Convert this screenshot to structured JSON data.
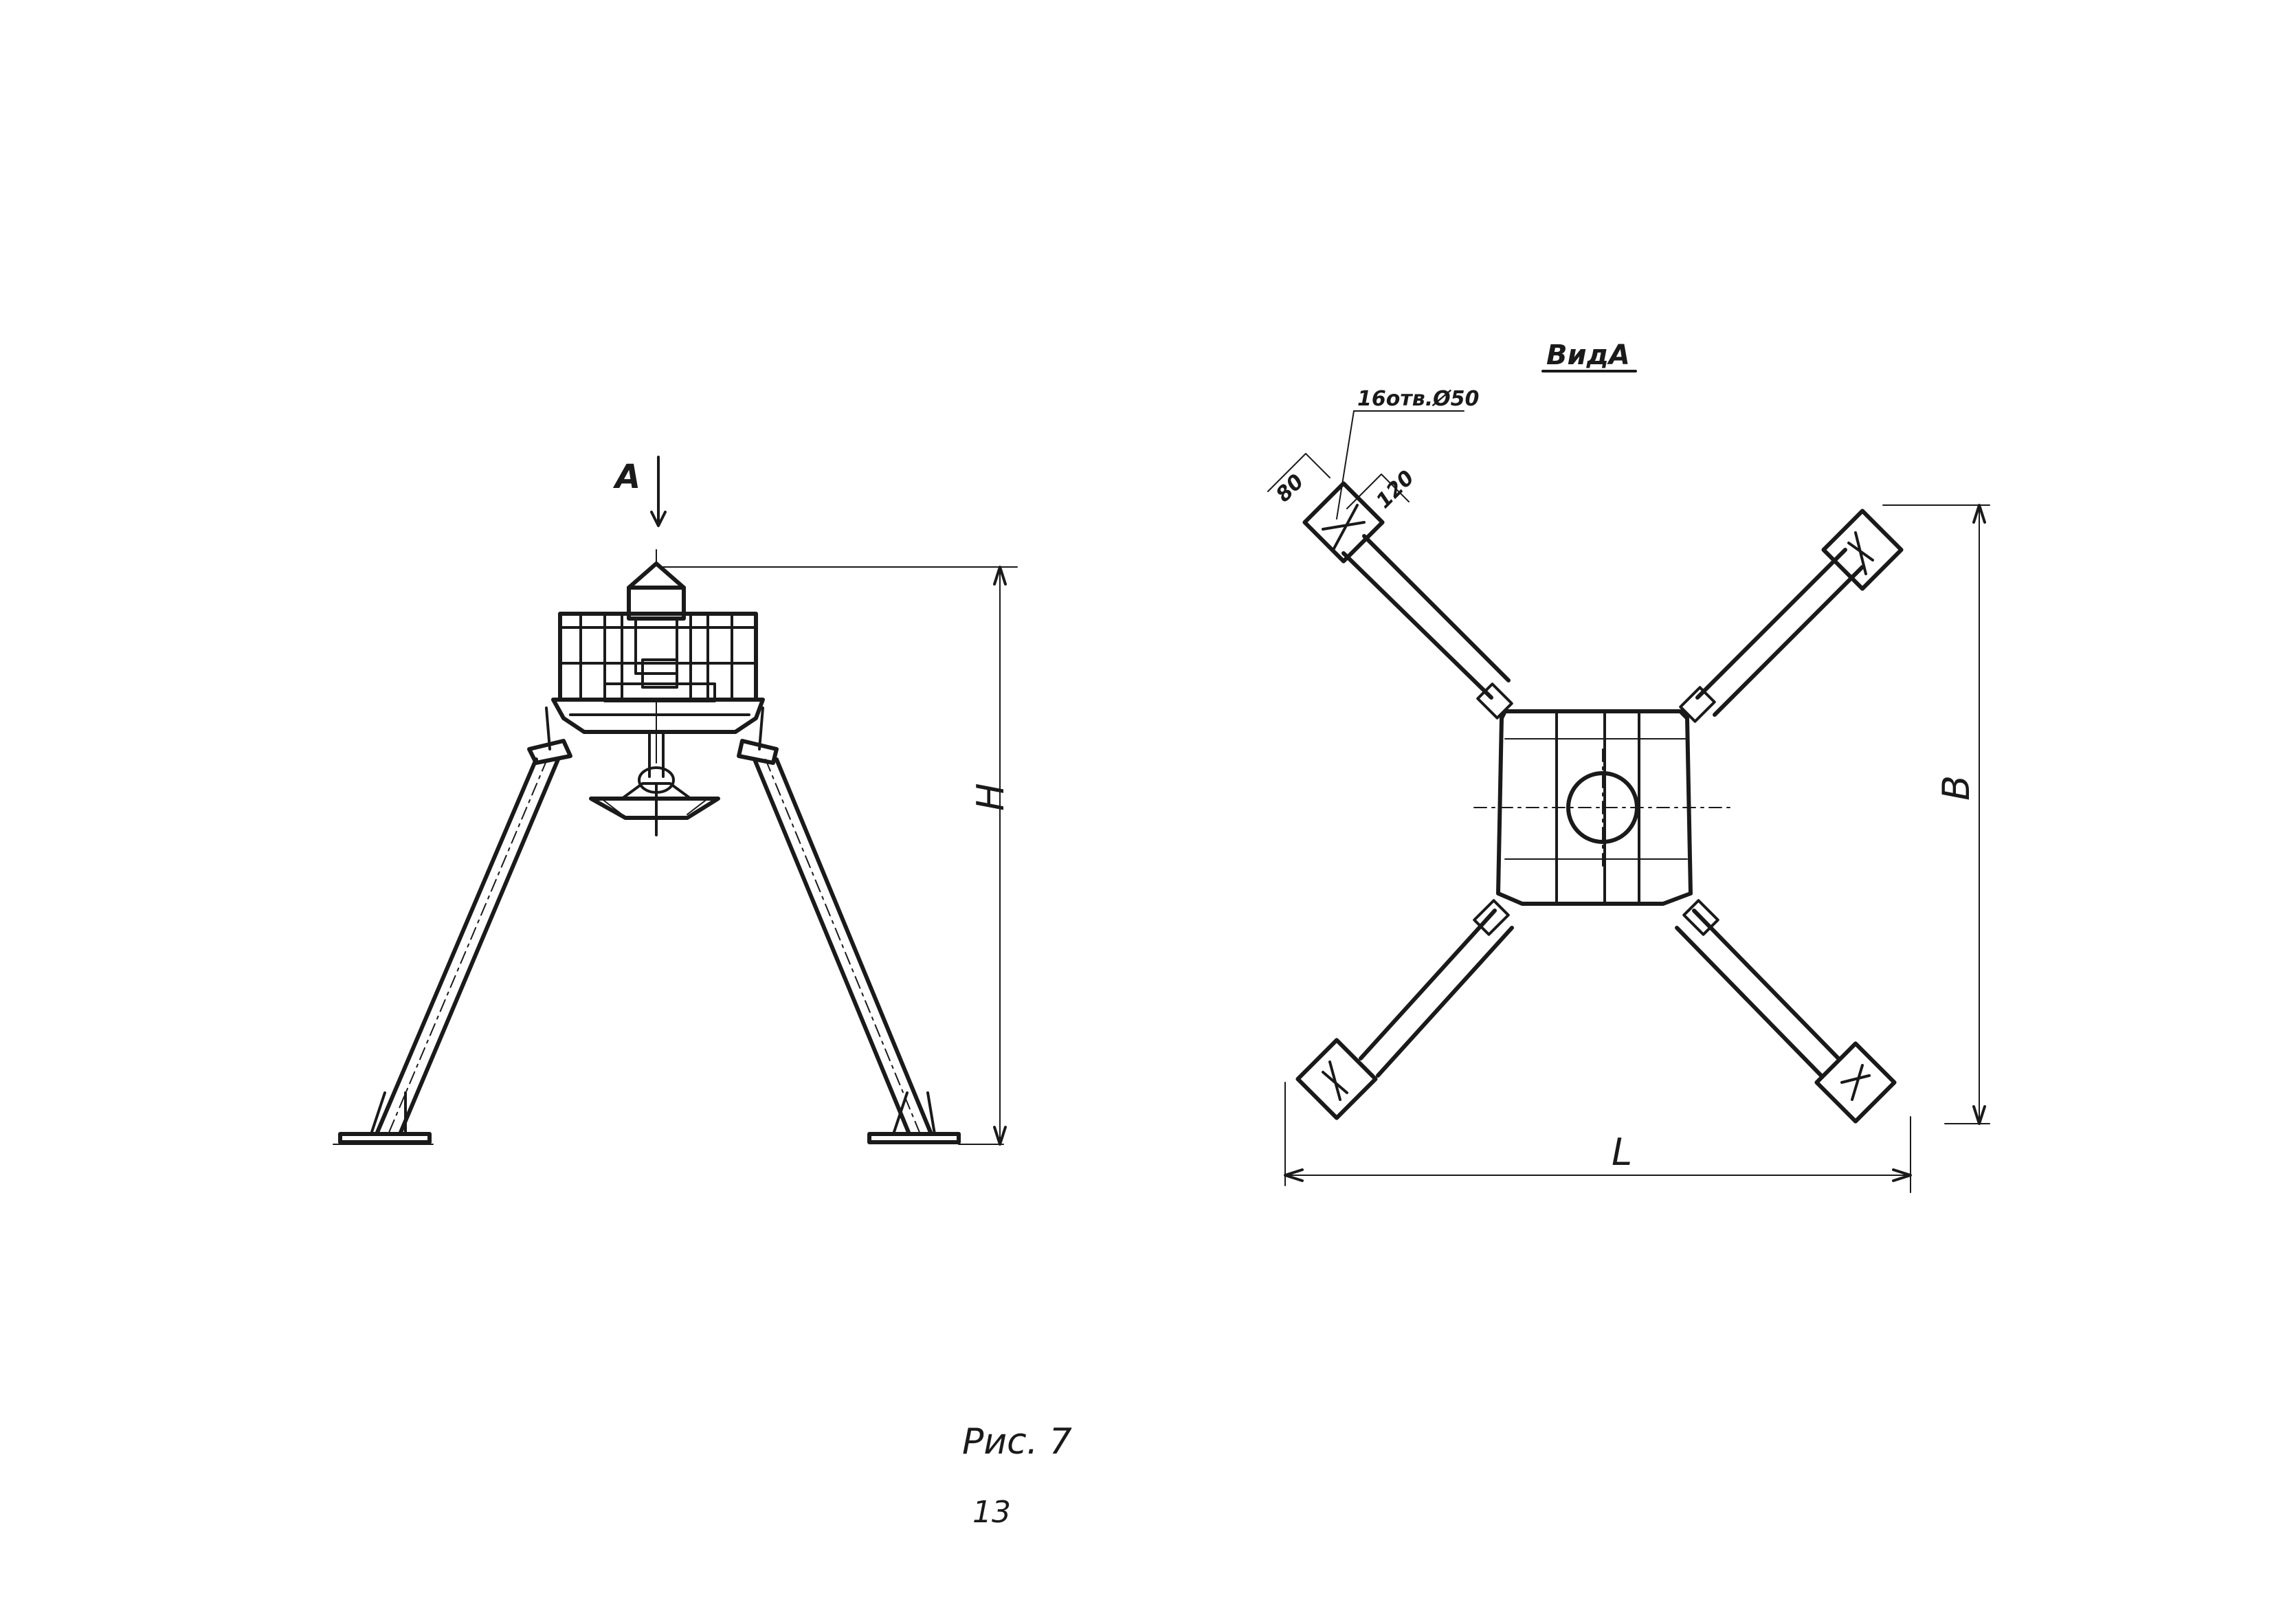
{
  "side_view": {
    "view_arrow_label": "A",
    "height_dim_label": "H"
  },
  "plan_view": {
    "title": "ВидА",
    "holes_note": "16отв.Ø50",
    "dim_a": "80",
    "dim_b": "120",
    "height_dim_label": "B",
    "length_dim_label": "L"
  },
  "figure_caption": "Рис. 7",
  "page_number": "13"
}
